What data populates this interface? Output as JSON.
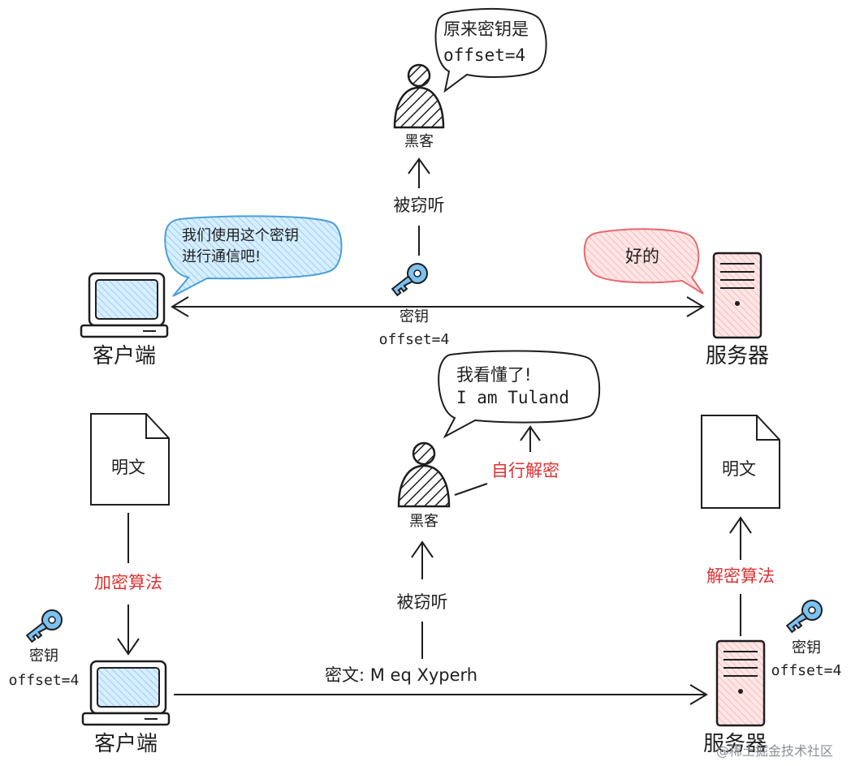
{
  "colors": {
    "ink": "#1e1e1e",
    "blue_fill": "#a5d8ff",
    "blue_stroke": "#4a9fd8",
    "red_fill": "#ffc9c9",
    "red_stroke": "#e8696e",
    "red_text": "#e03131"
  },
  "top": {
    "hacker_bubble_line1": "原来密钥是",
    "hacker_bubble_line2": "offset=4",
    "hacker_label": "黑客",
    "eavesdrop_label": "被窃听",
    "client_bubble_line1": "我们使用这个密钥",
    "client_bubble_line2": "进行通信吧!",
    "server_bubble": "好的",
    "key_label": "密钥",
    "key_value": "offset=4",
    "client_label": "客户端",
    "server_label": "服务器"
  },
  "bottom": {
    "plaintext_left": "明文",
    "encrypt_label": "加密算法",
    "left_key_label": "密钥",
    "left_key_value": "offset=4",
    "client_label": "客户端",
    "hacker_bubble_line1": "我看懂了!",
    "hacker_bubble_line2": "I am Tuland",
    "self_decrypt_label": "自行解密",
    "hacker_label": "黑客",
    "eavesdrop_label": "被窃听",
    "ciphertext_label": "密文: M eq Xyperh",
    "plaintext_right": "明文",
    "decrypt_label": "解密算法",
    "right_key_label": "密钥",
    "right_key_value": "offset=4",
    "server_label": "服务器"
  },
  "watermark": "@稀土掘金技术社区",
  "icons": [
    "hacker-icon",
    "key-icon",
    "computer-icon",
    "server-icon",
    "document-icon"
  ]
}
